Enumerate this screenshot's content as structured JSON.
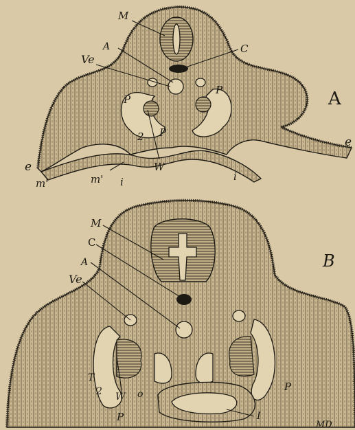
{
  "colors": {
    "paper": "#d9c9a6",
    "ink": "#1d1a14",
    "cavity": "#e3d4b1"
  },
  "figure_a": {
    "panel_letter": "A",
    "labels": {
      "M": "M",
      "C": "C",
      "A": "A",
      "Ve": "Ve",
      "P1": "P",
      "P2": "P",
      "P3": "P",
      "two": "2",
      "W": "W",
      "e_left": "e",
      "e_right": "e",
      "m1": "m'",
      "m2": "m'",
      "i1": "i",
      "i2": "i"
    }
  },
  "figure_b": {
    "panel_letter": "B",
    "labels": {
      "M": "M",
      "C": "C",
      "A": "A",
      "Ve": "Ve",
      "T": "T",
      "two": "2",
      "W": "W",
      "o": "o",
      "P_left": "P",
      "P_right": "P",
      "I": "I",
      "MD": "MD"
    }
  }
}
